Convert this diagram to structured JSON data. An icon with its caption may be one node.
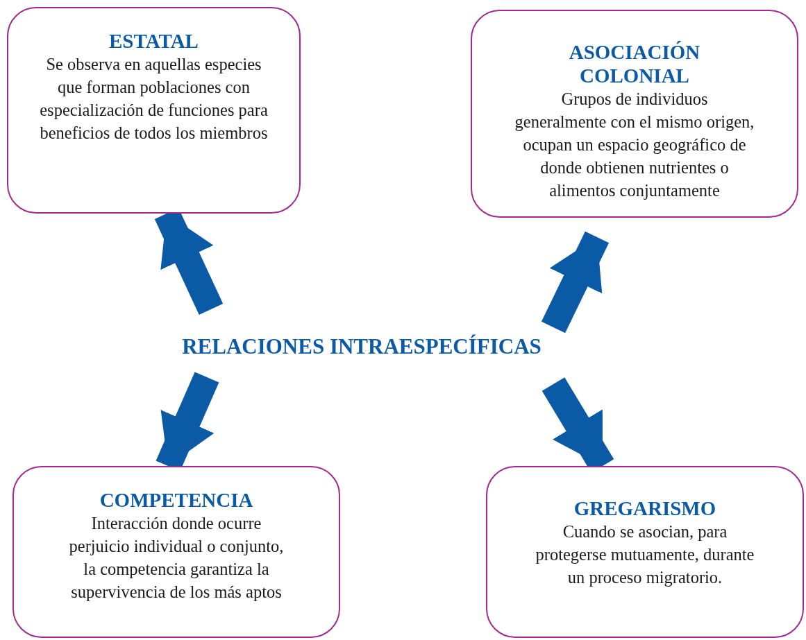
{
  "diagram": {
    "nodes": [
      {
        "text": [
          "ESTATAL",
          "Se observa en aquellas especies que forman poblaciones con especialización de funciones para beneficios de todos los miembros"
        ]
      },
      {
        "text": [
          "ASOCIACIÓN COLONIAL",
          "Grupos de individuos generalmente con el mismo origen, ocupan un espacio geográfico de donde obtienen nutrientes o alimentos conjuntamente"
        ]
      },
      {
        "text": [
          "RELACIONES INTRAESPECÍFICAS"
        ]
      },
      {
        "text": [
          "COMPETENCIA",
          "Interacción donde ocurre perjuicio individual o conjunto, la competencia garantiza la supervivencia de los más aptos"
        ]
      },
      {
        "text": [
          "GREGARISMO",
          "Cuando se asocian, para protegerse mutuamente, durante un proceso migratorio."
        ]
      }
    ],
    "edges": [
      {
        "from": 2,
        "to": 0,
        "arrow": "to"
      },
      {
        "from": 2,
        "to": 1,
        "arrow": "to"
      },
      {
        "from": 2,
        "to": 3,
        "arrow": "to"
      },
      {
        "from": 2,
        "to": 4,
        "arrow": "to"
      }
    ]
  }
}
